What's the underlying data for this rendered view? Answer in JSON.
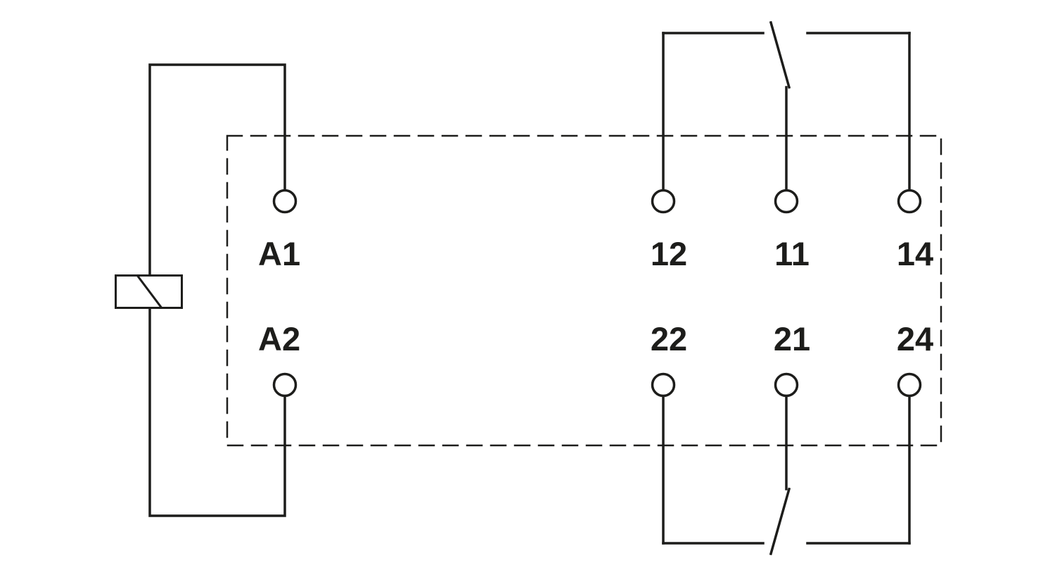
{
  "diagram": {
    "type": "relay-contact-schematic",
    "terminals": {
      "a1": "A1",
      "a2": "A2",
      "t12": "12",
      "t11": "11",
      "t14": "14",
      "t22": "22",
      "t21": "21",
      "t24": "24"
    },
    "colors": {
      "line": "#1d1d1b",
      "background": "#ffffff"
    }
  }
}
